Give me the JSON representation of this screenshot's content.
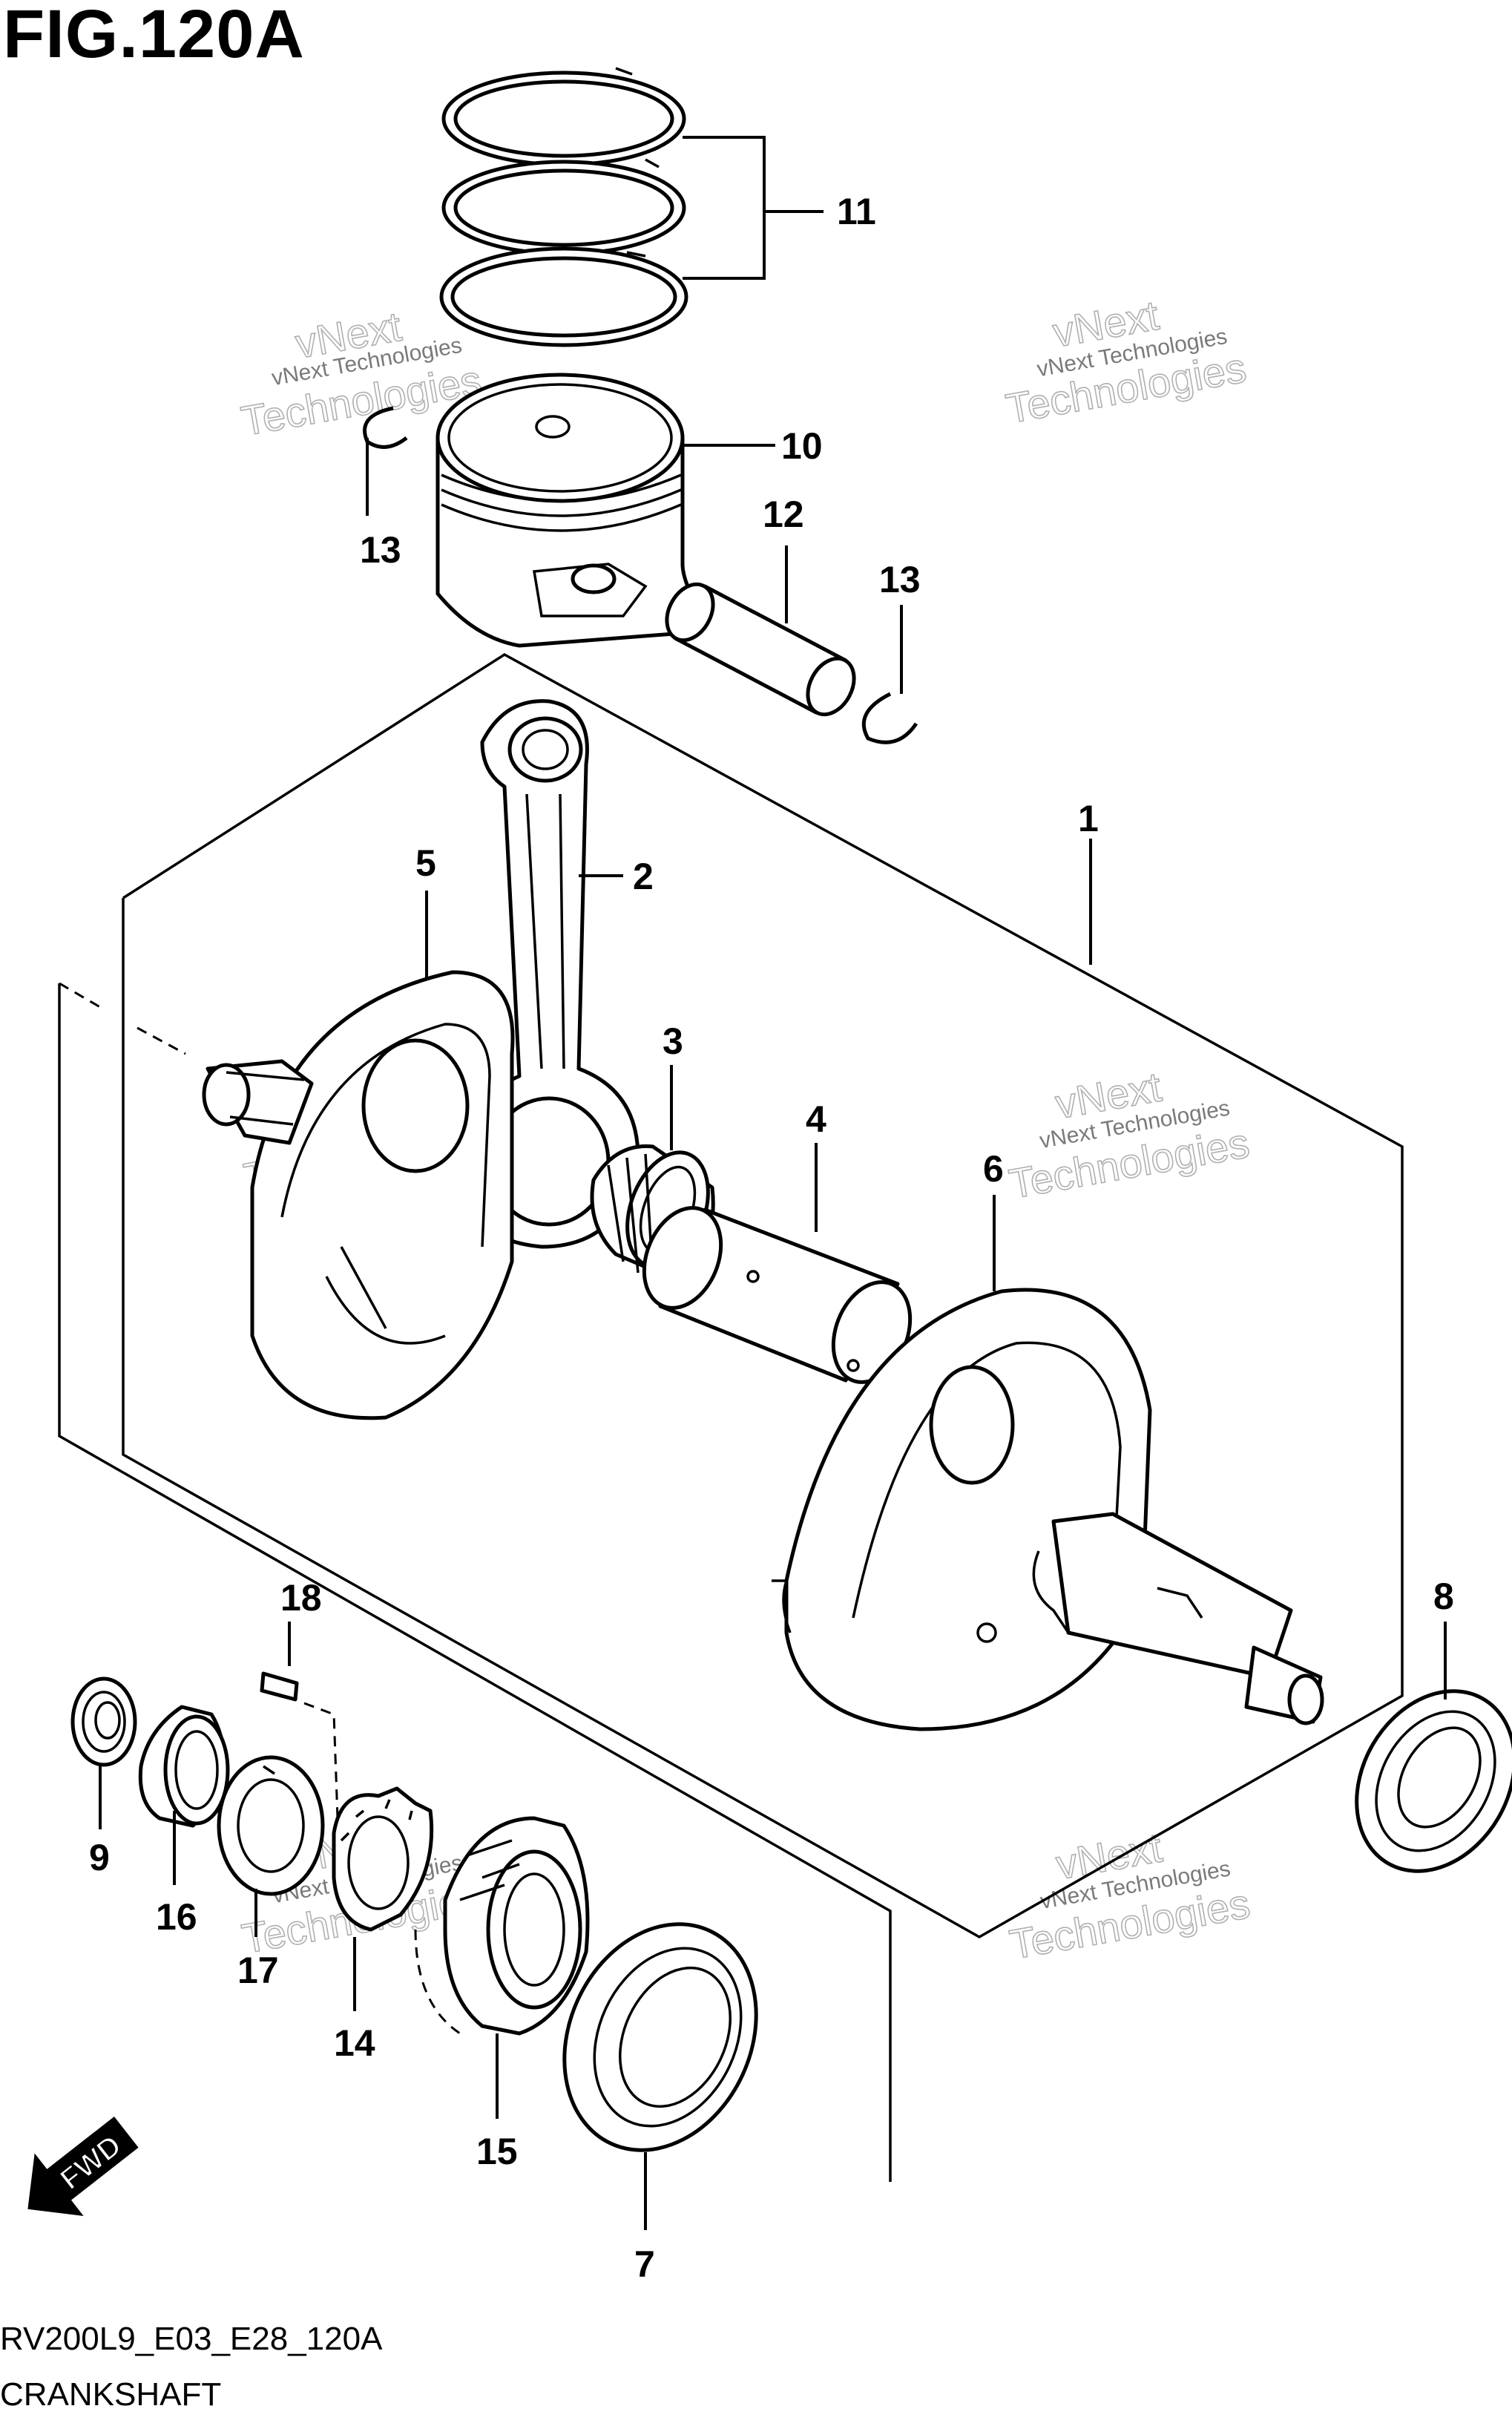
{
  "figure": {
    "title": "FIG.120A",
    "code": "RV200L9_E03_E28_120A",
    "name": "CRANKSHAFT"
  },
  "direction_marker": {
    "label": "FWD",
    "icon": "fwd-arrow-icon"
  },
  "watermark": {
    "line1": "vNext Technologies",
    "line2": "vNext",
    "line3": "Technologies"
  },
  "callouts": {
    "c1": "1",
    "c2": "2",
    "c3": "3",
    "c4": "4",
    "c5": "5",
    "c6": "6",
    "c7": "7",
    "c8": "8",
    "c9": "9",
    "c10": "10",
    "c11": "11",
    "c12": "12",
    "c13a": "13",
    "c13b": "13",
    "c14": "14",
    "c15": "15",
    "c16": "16",
    "c17": "17",
    "c18": "18"
  }
}
